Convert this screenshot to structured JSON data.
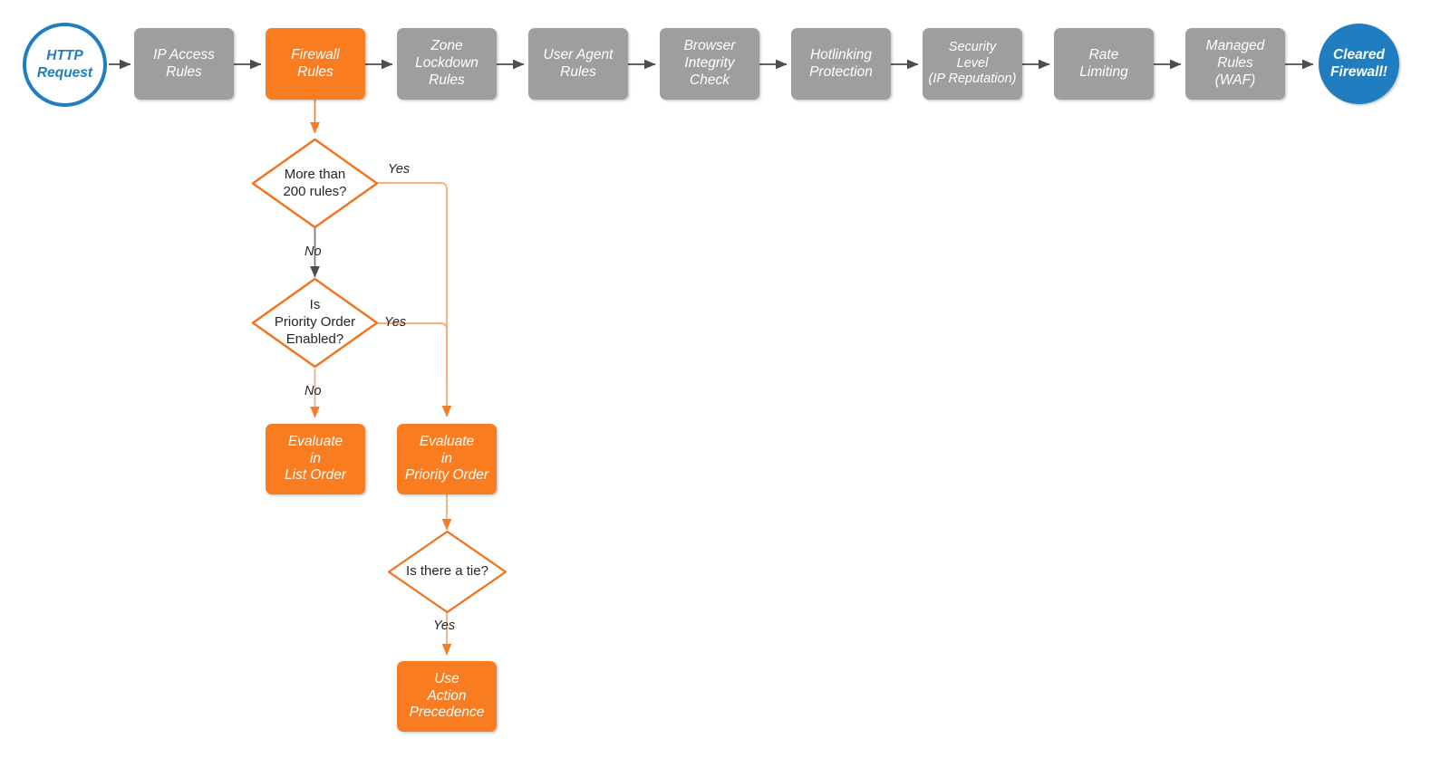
{
  "diagram": {
    "title": "Cloudflare Firewall Rules evaluation order flowchart",
    "colors": {
      "gray": "#9e9e9e",
      "orange": "#f97c20",
      "blue": "#1f7dc0",
      "gray_edge": "#4d4d4d",
      "orange_edge": "#f97c20",
      "orange_edge_light": "#fba76b",
      "text_dark": "#262626",
      "text_light": "#ffffff",
      "background": "#ffffff"
    },
    "pipeline": [
      {
        "id": "http-request",
        "shape": "circle",
        "style": "outline-blue",
        "label": "HTTP\nRequest"
      },
      {
        "id": "ip-access-rules",
        "shape": "process",
        "style": "gray",
        "label": "IP Access\nRules"
      },
      {
        "id": "firewall-rules",
        "shape": "process",
        "style": "orange",
        "label": "Firewall\nRules"
      },
      {
        "id": "zone-lockdown-rules",
        "shape": "process",
        "style": "gray",
        "label": "Zone\nLockdown\nRules"
      },
      {
        "id": "user-agent-rules",
        "shape": "process",
        "style": "gray",
        "label": "User Agent\nRules"
      },
      {
        "id": "browser-integrity-check",
        "shape": "process",
        "style": "gray",
        "label": "Browser\nIntegrity\nCheck"
      },
      {
        "id": "hotlinking-protection",
        "shape": "process",
        "style": "gray",
        "label": "Hotlinking\nProtection"
      },
      {
        "id": "security-level",
        "shape": "process",
        "style": "gray",
        "label": "Security\nLevel\n(IP Reputation)"
      },
      {
        "id": "rate-limiting",
        "shape": "process",
        "style": "gray",
        "label": "Rate\nLimiting"
      },
      {
        "id": "managed-rules-waf",
        "shape": "process",
        "style": "gray",
        "label": "Managed\nRules\n(WAF)"
      },
      {
        "id": "cleared-firewall",
        "shape": "circle",
        "style": "filled-blue",
        "label": "Cleared\nFirewall!"
      }
    ],
    "decisions": [
      {
        "id": "more-than-200-rules",
        "label": "More than\n200 rules?"
      },
      {
        "id": "is-priority-order-enabled",
        "label": "Is\nPriority Order\nEnabled?"
      },
      {
        "id": "is-there-a-tie",
        "label": "Is there a tie?"
      }
    ],
    "outcomes": [
      {
        "id": "evaluate-in-list-order",
        "label": "Evaluate\nin\nList Order"
      },
      {
        "id": "evaluate-in-priority-order",
        "label": "Evaluate\nin\nPriority Order"
      },
      {
        "id": "use-action-precedence",
        "label": "Use\nAction\nPrecedence"
      }
    ],
    "edge_labels": [
      {
        "id": "more-than-200-yes",
        "text": "Yes"
      },
      {
        "id": "more-than-200-no",
        "text": "No"
      },
      {
        "id": "priority-order-yes",
        "text": "Yes"
      },
      {
        "id": "priority-order-no",
        "text": "No"
      },
      {
        "id": "is-tie-yes",
        "text": "Yes"
      }
    ]
  }
}
